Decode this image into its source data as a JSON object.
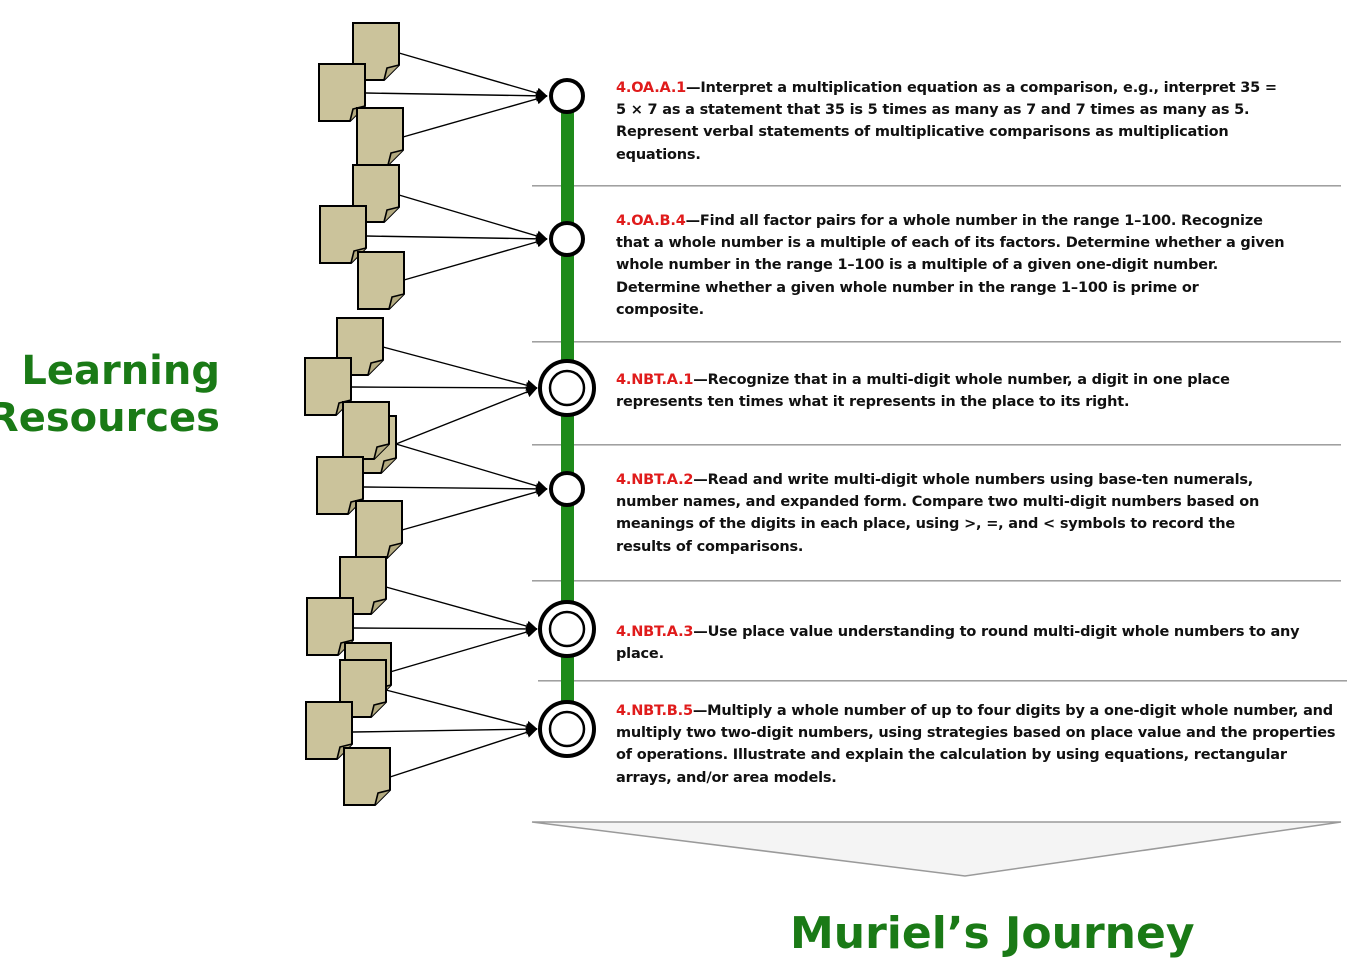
{
  "labels": {
    "learning_resources": [
      "Learning",
      "Resources"
    ],
    "journey": "Muriel’s Journey"
  },
  "colors": {
    "timeline": "#1e8a1a",
    "code": "#e01b1b",
    "label": "#1a7a16",
    "document_fill": "#cbc39b",
    "separator": "#a8a8a8"
  },
  "standards": [
    {
      "code": "4.OA.A.1",
      "text": "—Interpret a multiplication equation as a comparison, e.g., interpret 35 = 5 × 7 as a statement that 35 is 5 times as many as 7 and 7 times as many as 5. Represent verbal statements of multiplicative comparisons as multiplication equations.",
      "node": "single",
      "resource_count": 3
    },
    {
      "code": "4.OA.B.4",
      "text": "—Find all factor pairs for a whole number in the range 1–100. Recognize that a whole number is a multiple of each of its factors. Determine whether a given whole number in the range 1–100 is a multiple of a given one-digit number. Determine whether a given whole number in the range 1–100 is prime or composite.",
      "node": "single",
      "resource_count": 3
    },
    {
      "code": "4.NBT.A.1",
      "text": "—Recognize that in a multi-digit whole number, a digit in one place represents ten times what it represents in the place to its right.",
      "node": "double",
      "resource_count": 3
    },
    {
      "code": "4.NBT.A.2",
      "text": "—Read and write multi-digit whole numbers using base-ten numerals, number names, and expanded form. Compare two multi-digit numbers based on meanings of the digits in each place, using >, =, and < symbols to record the results of comparisons.",
      "node": "single",
      "resource_count": 3
    },
    {
      "code": "4.NBT.A.3",
      "text": "—Use place value understanding to round multi-digit whole numbers to any place.",
      "node": "double",
      "resource_count": 3
    },
    {
      "code": "4.NBT.B.5",
      "text": "—Multiply a whole number of up to four digits by a one-digit whole number, and multiply two two-digit numbers, using strategies based on place value and the properties of operations. Illustrate and explain the calculation by using equations, rectangular arrays, and/or area models.",
      "node": "double",
      "resource_count": 3
    }
  ]
}
